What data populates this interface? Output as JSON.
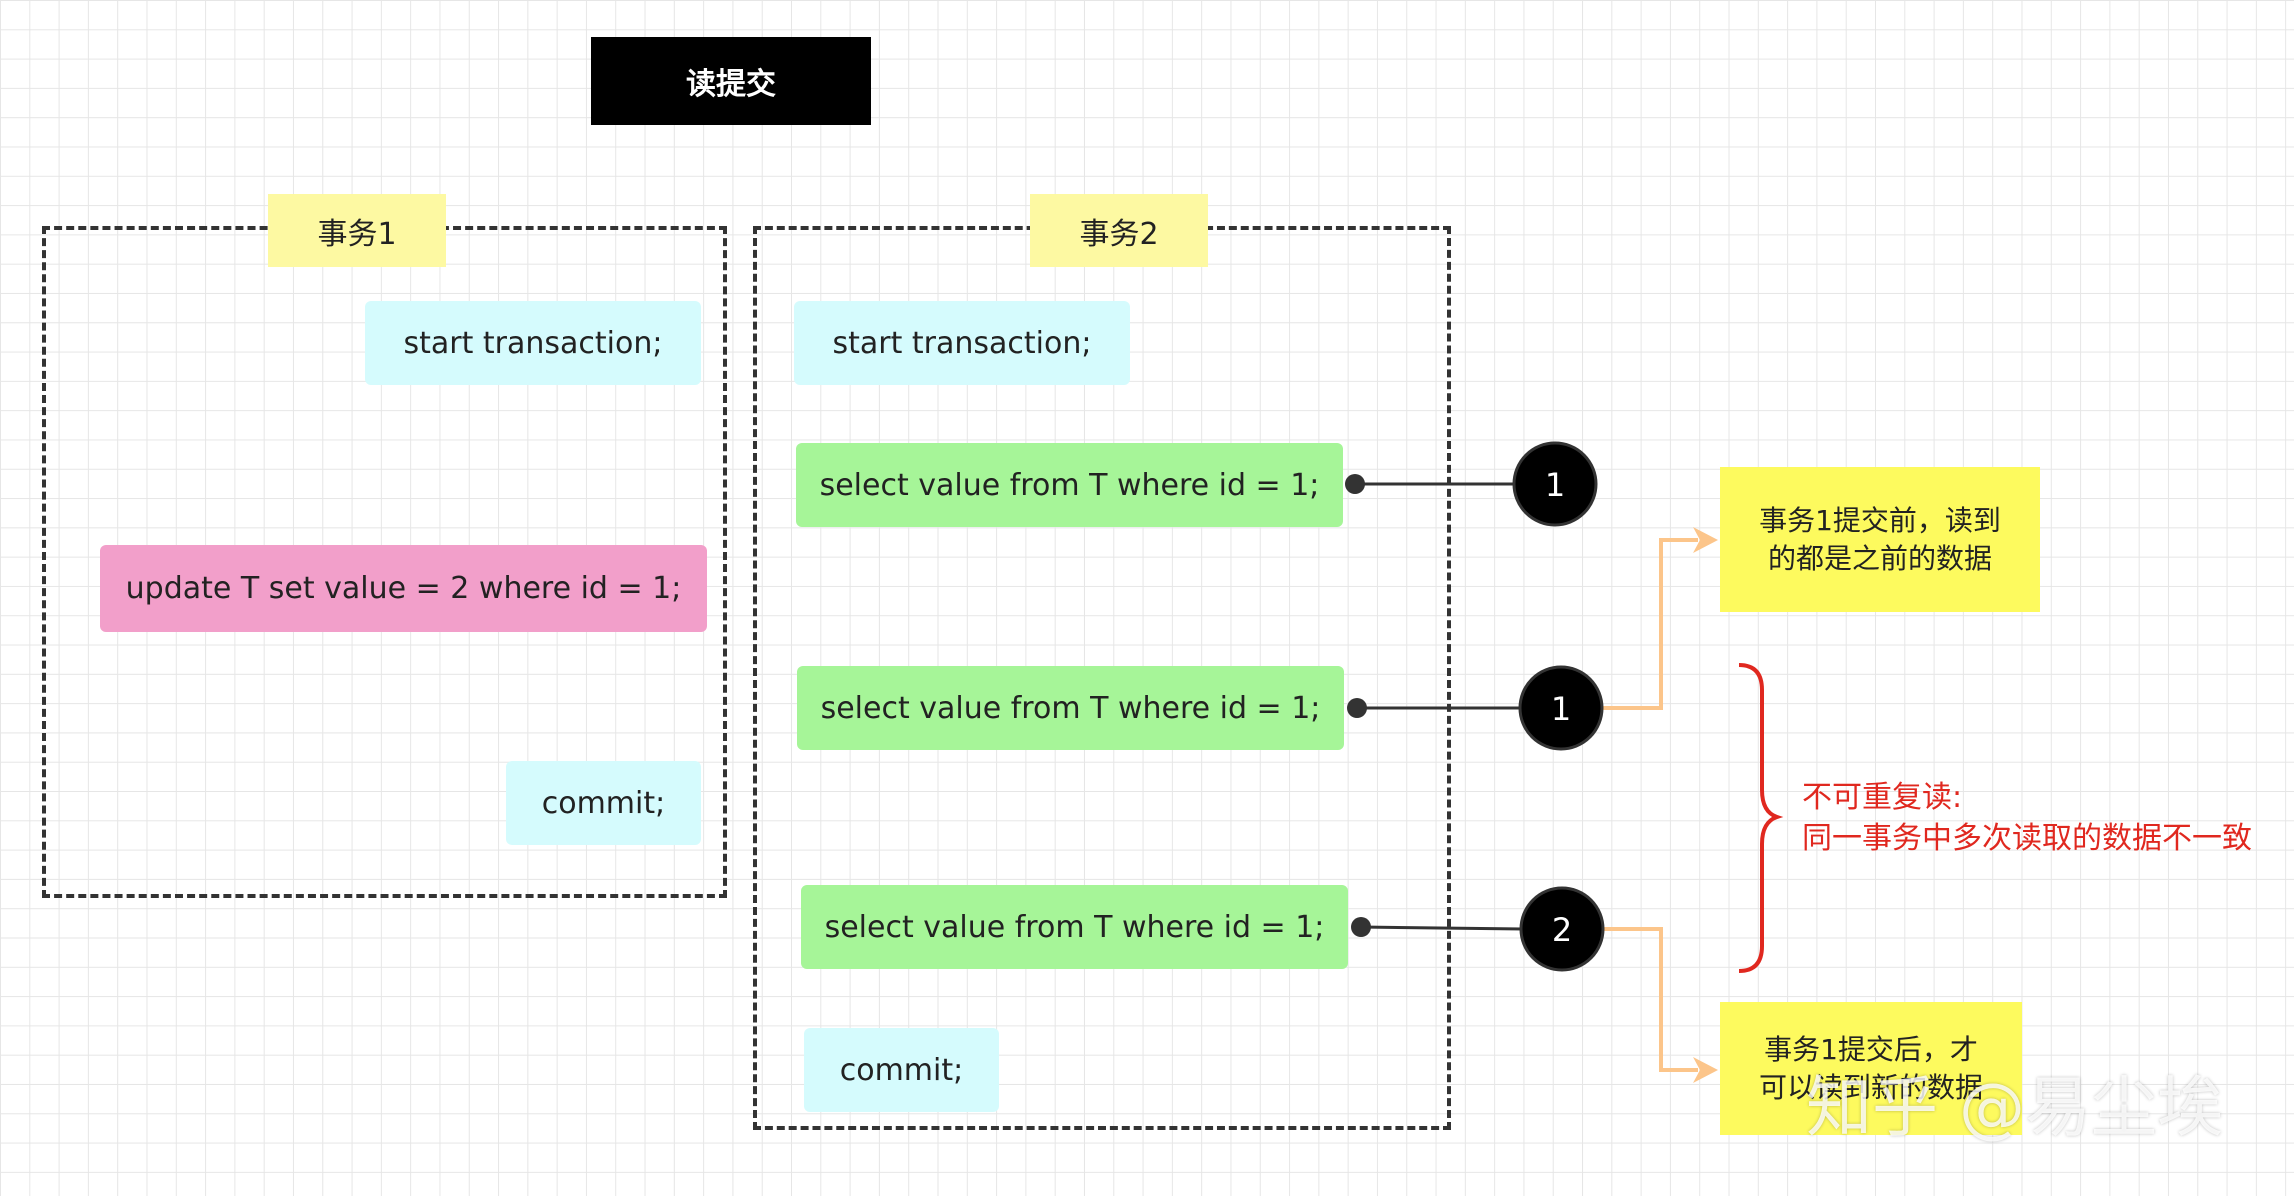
{
  "title": "读提交",
  "transaction1": {
    "label": "事务1",
    "start": "start transaction;",
    "update": "update T set value = 2 where id = 1;",
    "commit": "commit;"
  },
  "transaction2": {
    "label": "事务2",
    "start": "start transaction;",
    "select1": "select value from T where id = 1;",
    "select2": "select value from T where id = 1;",
    "select3": "select value from T where id = 1;",
    "commit": "commit;"
  },
  "markers": {
    "m1": "1",
    "m2": "1",
    "m3": "2"
  },
  "notes": {
    "before_commit": [
      "事务1提交前，读到",
      "的都是之前的数据"
    ],
    "after_commit": [
      "事务1提交后，才",
      "可以读到新的数据"
    ]
  },
  "non_repeatable": {
    "line1": "不可重复读:",
    "line2": "同一事务中多次读取的数据不一致"
  },
  "watermark": "知乎 @易尘埃",
  "colors": {
    "cyan": "#d5fbfd",
    "green": "#a6f598",
    "pink": "#f29fca",
    "yellow_label": "#fdf9a2",
    "yellow_note": "#fdfa5e",
    "red": "#e0281f",
    "orange_connector": "#fcc58a"
  }
}
